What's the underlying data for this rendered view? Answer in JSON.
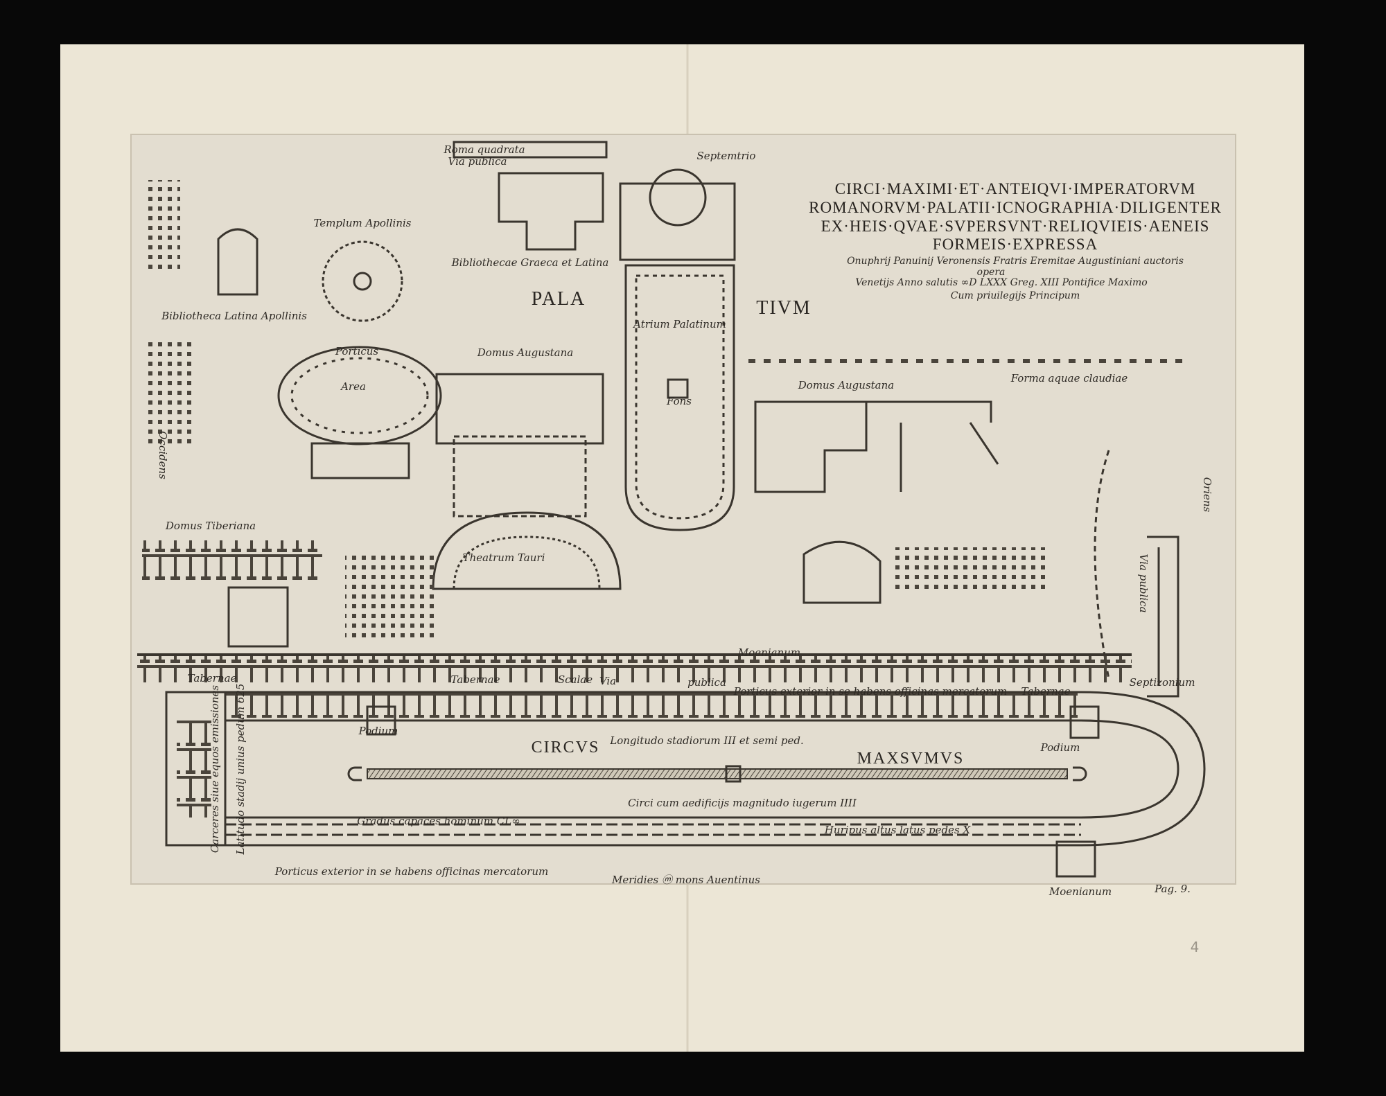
{
  "title": {
    "lines": [
      "CIRCI·MAXIMI·ET·ANTEIQVI·IMPERATORVM",
      "ROMANORVM·PALATII·ICNOGRAPHIA·DILIGENTER",
      "EX·HEIS·QVAE·SVPERSVNT·RELIQVIEIS·AENEIS",
      "FORMEIS·EXPRESSA"
    ],
    "author": "Onuphrij Panuinij Veronensis Fratris Eremitae Augustiniani auctoris",
    "opera": "opera",
    "imprint": "Venetijs Anno salutis ∞D LXXX Greg. XIII Pontifice Maximo",
    "privilege": "Cum priuilegijs Principum"
  },
  "labels": {
    "roma_quadrata": "Roma quadrata",
    "via_publica_top": "Via publica",
    "septemtrio": "Septemtrio",
    "templum_apollinis": "Templum Apollinis",
    "bibliotheca_latina": "Bibliotheca Latina Apollinis",
    "bibliothecae_graeca": "Bibliothecae Graeca et Latina",
    "pala": "PALA",
    "tium": "TIVM",
    "atrium": "Atrium Palatinum",
    "porticus": "Porticus",
    "domus_augustana_1": "Domus Augustana",
    "area": "Area",
    "fons": "Fons",
    "domus_augustana_2": "Domus Augustana",
    "forma_aquae": "Forma aquae claudiae",
    "occidens": "Occidens",
    "oriens": "Oriens",
    "domus_tiberiana": "Domus Tiberiana",
    "theatrum_tauri": "Theatrum Tauri",
    "via_publica_right": "Via publica",
    "moenianum_top": "Moenianum",
    "tabernae_1": "Tabernae",
    "tabernae_2": "Tabernae",
    "scalae": "Scalae",
    "via": "Via",
    "publica": "publica",
    "porticus_exterior_top": "Porticus exterior in se habens officinas mercatorum",
    "tabernae_3": "Tabernae",
    "septizonium": "Septizonium",
    "podium_left": "Podium",
    "podium_right": "Podium",
    "longitudo": "Longitudo stadiorum III et semi ped.",
    "circus": "CIRCVS",
    "maxsumus": "MAXSVMVS",
    "carceres": "Carceres siue equos emissiones",
    "latitudo": "Latitudo stadij unius pedum 625",
    "magnitudo": "Circi cum aedificijs magnitudo iugerum IIII",
    "gradus": "Gradus capaces hominum CL∞",
    "huripus": "Huripus altus latus pedes X",
    "porticus_exterior_bottom": "Porticus exterior in se habens officinas mercatorum",
    "meridies": "Meridies ⓜ mons Auentinus",
    "moenianum_bottom": "Moenianum",
    "page": "Pag. 9.",
    "pencil_number": "4"
  },
  "colors": {
    "background": "#080808",
    "paper": "#ece6d6",
    "plate": "#e3ddd0",
    "ink": "#3a352e"
  }
}
